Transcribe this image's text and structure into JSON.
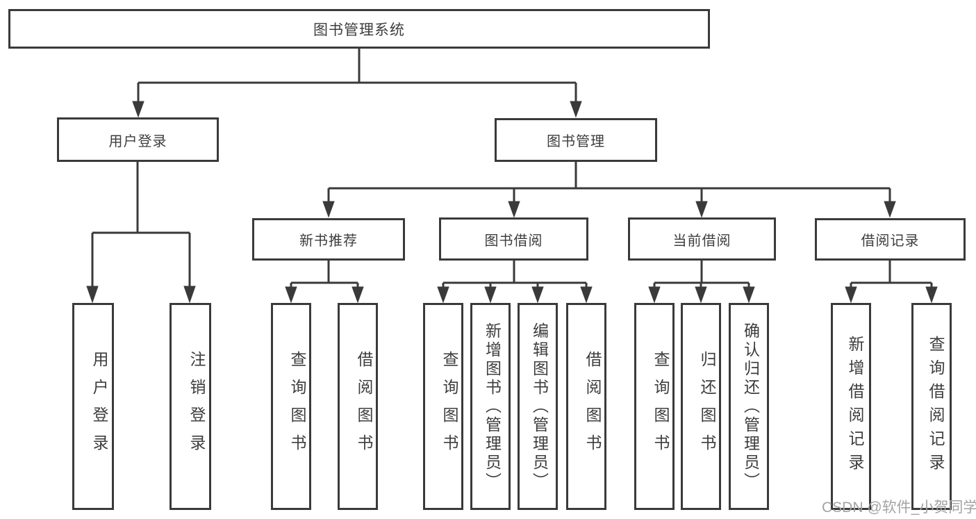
{
  "diagram_title": "图书管理系统",
  "colors": {
    "line": "#3a3a3a",
    "text": "#3d3d3d",
    "background": "#ffffff",
    "watermark": "#a3a3a3"
  },
  "nodes": {
    "root": {
      "label": "图书管理系统"
    },
    "branches": {
      "user_login": {
        "label": "用户登录"
      },
      "book_mgmt": {
        "label": "图书管理"
      }
    },
    "sections": {
      "new_books": {
        "label": "新书推荐"
      },
      "book_borrow": {
        "label": "图书借阅"
      },
      "current_borrow": {
        "label": "当前借阅"
      },
      "borrow_records": {
        "label": "借阅记录"
      }
    },
    "leaves": {
      "user_login": {
        "label": "用户登录"
      },
      "logout": {
        "label": "注销登录"
      },
      "nb_query_books": {
        "label": "查询图书"
      },
      "nb_borrow_books": {
        "label": "借阅图书"
      },
      "bb_query_books": {
        "label": "查询图书"
      },
      "bb_add_books": {
        "label": "新增图书（管理员）"
      },
      "bb_edit_books": {
        "label": "编辑图书（管理员）"
      },
      "bb_borrow_books": {
        "label": "借阅图书"
      },
      "cb_query_books": {
        "label": "查询图书"
      },
      "cb_return_books": {
        "label": "归还图书"
      },
      "cb_confirm_return": {
        "label": "确认归还（管理员）"
      },
      "br_add_record": {
        "label": "新增借阅记录"
      },
      "br_query_record": {
        "label": "查询借阅记录"
      }
    }
  },
  "watermark": {
    "text": "CSDN @软件_小贺同学"
  }
}
